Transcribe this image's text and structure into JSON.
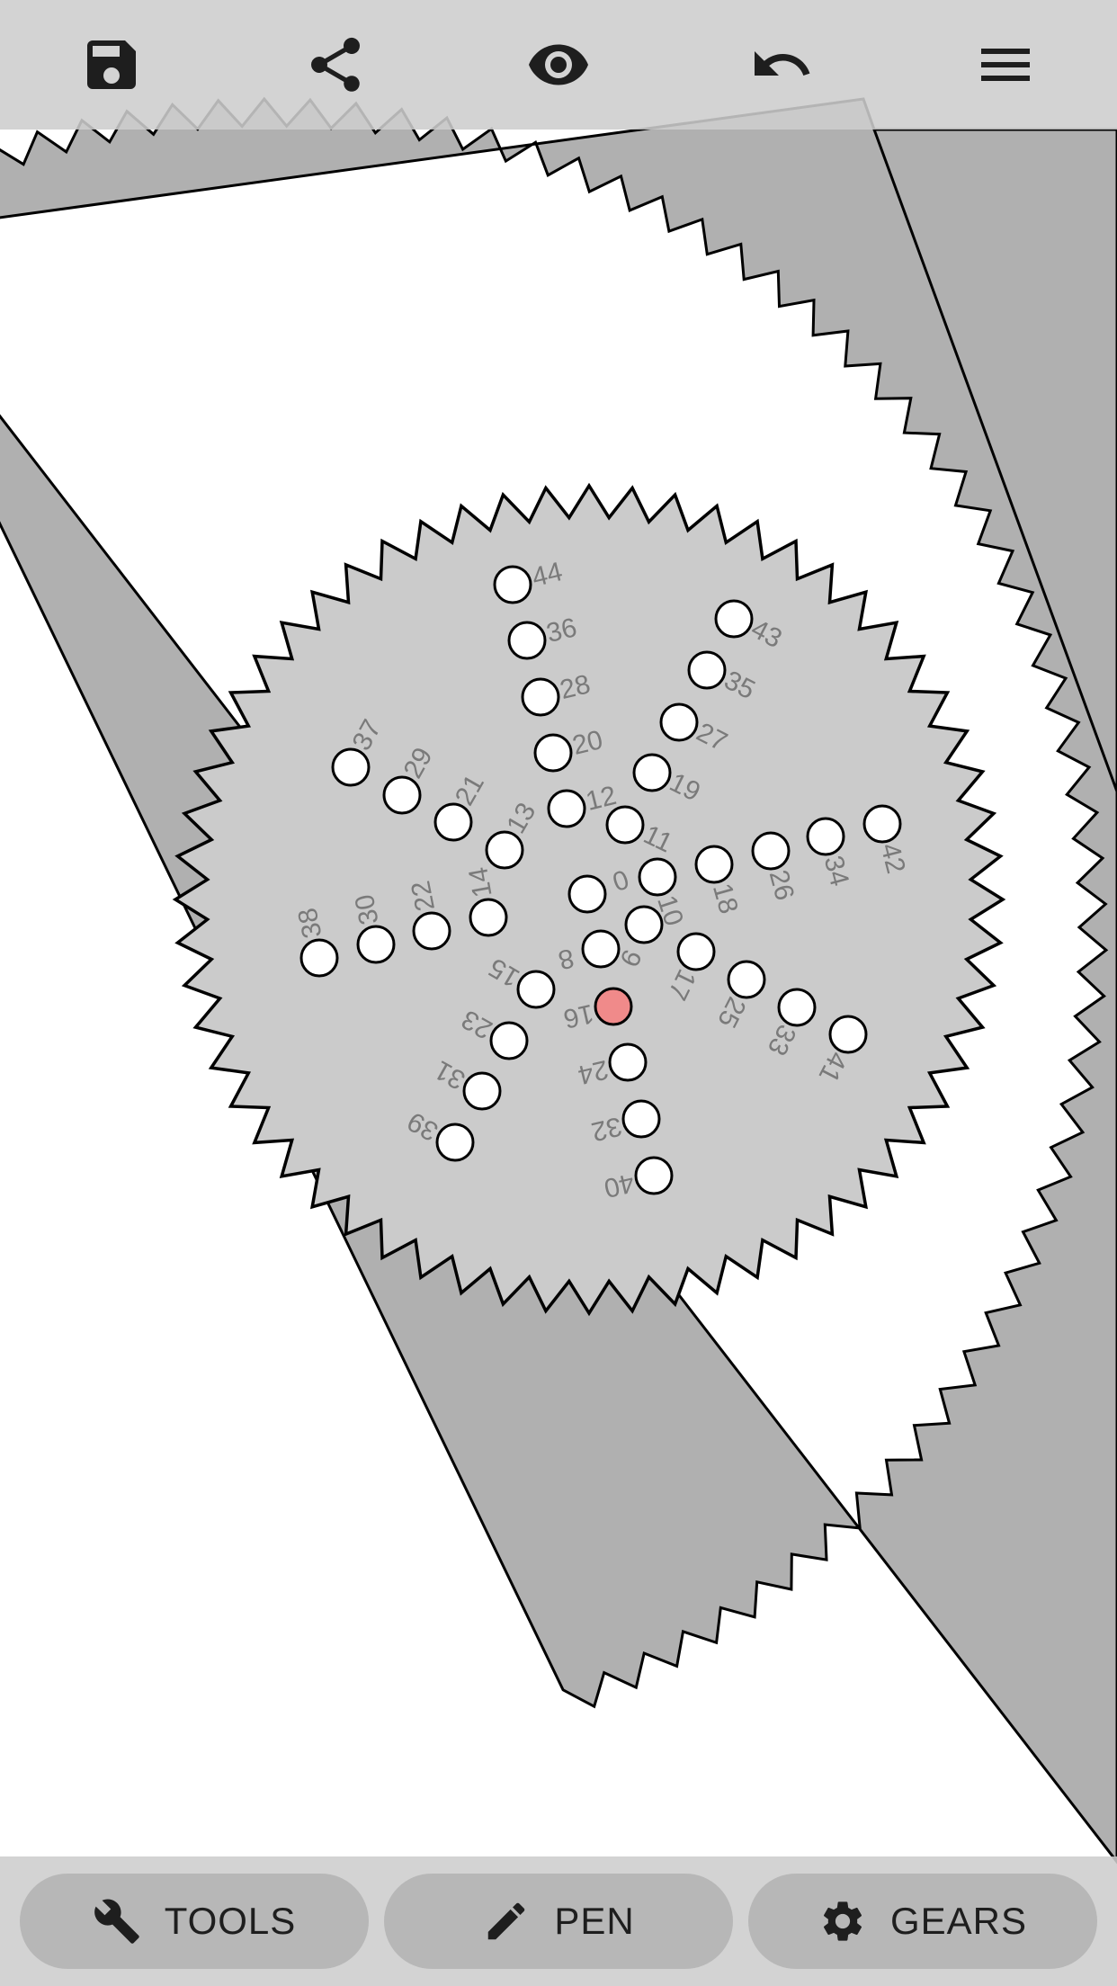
{
  "toolbar": {
    "save_icon": "save-icon",
    "share_icon": "share-icon",
    "visibility_icon": "eye-icon",
    "undo_icon": "undo-icon",
    "menu_icon": "menu-icon"
  },
  "gear": {
    "hole_labels": [
      "0",
      "8",
      "9",
      "10",
      "11",
      "12",
      "13",
      "14",
      "15",
      "16",
      "17",
      "18",
      "19",
      "20",
      "21",
      "22",
      "23",
      "24",
      "25",
      "26",
      "27",
      "28",
      "29",
      "30",
      "31",
      "32",
      "33",
      "34",
      "35",
      "36",
      "37",
      "38",
      "39",
      "40",
      "41",
      "42",
      "43",
      "44"
    ],
    "selected_hole": "16",
    "selected_color": "#f08a8a"
  },
  "bottom_nav": {
    "tools_label": "TOOLS",
    "pen_label": "PEN",
    "gears_label": "GEARS"
  }
}
